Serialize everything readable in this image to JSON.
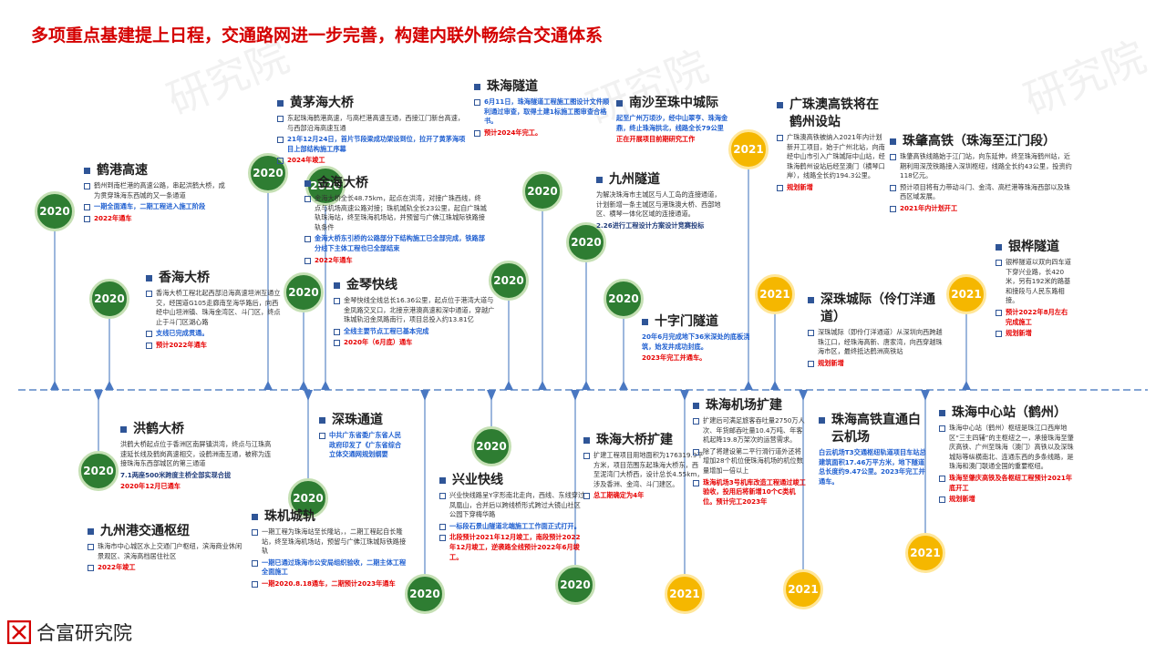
{
  "title": "多项重点基建提上日程，交通路网进一步完善，构建内联外畅综合交通体系",
  "colors": {
    "title": "#d40000",
    "timeline": "#5b87c6",
    "green": "#2e7d32",
    "yellow": "#f5b700",
    "bullet": "#2f5597",
    "blue_text": "#1f5fd0",
    "red_text": "#e60000"
  },
  "watermark": "研究院",
  "logo": {
    "icon": "logo-mark-icon",
    "name": "合富研究院"
  },
  "items": {
    "hegang": {
      "title": "鹤港高速",
      "lines": [
        "鹤州到南栏港的高速公路，串起洪鹤大桥，成为贯穿珠海东西城的又一条通道",
        "一期全面通车，二期工程进入施工阶段",
        "2022年通车"
      ]
    },
    "xianghai": {
      "title": "香海大桥",
      "lines": [
        "香海大桥工程北起西部沿海高速坦洲互通立交，经国道G105走廊南至海华路后，向西经中山坦洲镇、珠海金湾区、斗门区，终点止于斗门区湖心路",
        "支线已完成贯通。",
        "预计2022年通车"
      ]
    },
    "huangmaohai": {
      "title": "黄茅海大桥",
      "lines": [
        "东起珠海鹤港高速，与高栏港高速互通，西接江门新台高速，与西部沿海高速互通",
        "21年12月24日，首片节段梁成功架设到位，拉开了黄茅海项目上部结构施工序幕",
        "2024年竣工"
      ]
    },
    "jinhai": {
      "title": "金海大桥",
      "lines": [
        "金海大桥全长48.75km，起点在洪湾，对接广珠西线，终点与机场高速公路对接；珠机城轨全长23公里，起自广珠城轨珠海站，终至珠海机场站，并预留与广佛江珠城际铁路接轨条件",
        "金海大桥东引桥的公路部分下结构施工已全部完成，铁路部分线下主体工程也已全部结束",
        "2022年通车"
      ]
    },
    "jinqin": {
      "title": "金琴快线",
      "lines": [
        "金琴快线全线总长16.36公里，起点位于港湾大道与金凤路交叉口，北接京港澳高速和深中通道，穿越广珠城轨沿金凤路南行，项目总投入约13.81亿",
        "全线主要节点工程已基本完成",
        "2020年（6月底）通车"
      ]
    },
    "zhuhaisuidao": {
      "title": "珠海隧道",
      "lines": [
        "6月11日，珠海隧道工程施工图设计文件顺利通过审查，取得土建1标施工图审查合格书。",
        "预计2024年完工。"
      ]
    },
    "nansha": {
      "title": "南沙至珠中城际",
      "lines": [
        "起至广州万顷沙，经中山翠亨、珠海金鼎，终止珠海拱北，线路全长79公里",
        "正在开展项目前期研究工作"
      ]
    },
    "jiuzhou": {
      "title": "九州隧道",
      "lines": [
        "为解决珠海市主城区与人工岛的连接通道，计划新增一条主城区与港珠澳大桥、西部地区、横琴一体化区域的连接通道。",
        "2.26进行工程设计方案设计竞赛投标"
      ]
    },
    "shizimen": {
      "title": "十字门隧道",
      "lines": [
        "20年6月完成地下36米深处的底板浇筑，始发井成功封底。",
        "2023年完工并通车。"
      ]
    },
    "guangzhuao": {
      "title": "广珠澳高铁将在鹤州设站",
      "lines": [
        "广珠澳高铁被纳入2021年内计划新开工项目，始于广州北站，向南经中山市引入广珠城际中山站，经珠海鹤州设站后经至澳门（横琴口岸），线路全长约194.3公里。",
        "规划新增"
      ]
    },
    "zhuzhao": {
      "title": "珠肇高铁（珠海至江门段）",
      "lines": [
        "珠肇高铁线路始于江门站，向东延伸，终至珠海鹤州站，近期利用深茂铁路接入深圳枢纽，线路全长约43公里，投资约118亿元。",
        "预计项目将有力带动斗门、金湾、高栏港等珠海西部以及珠西区域发展。",
        "2021年内计划开工"
      ]
    },
    "yinhua": {
      "title": "银桦隧道",
      "lines": [
        "银桦隧道以双向四车道下穿兴业路，长420米，另有192米的路基和接段与人民东路相接。",
        "预计2022年8月左右完成施工",
        "规划新增"
      ]
    },
    "shenzhuchengji": {
      "title": "深珠城际（伶仃洋通道）",
      "lines": [
        "深珠城际（即伶仃洋通道）从深圳向西跨越珠江口，经珠海高新、唐家湾，向西穿越珠海市区，最终抵达鹤洲高铁站",
        "规划新增"
      ]
    },
    "honghe": {
      "title": "洪鹤大桥",
      "lines": [
        "洪鹤大桥起点位于香洲区南屏镇洪湾，终点与江珠高速延长线及鹤岗高速相交，设鹤洲南互通，被称为连接珠海东西部城区的第三通道",
        "7.1两座500米跨度主桥全部实现合拢",
        "2020年12月已通车"
      ]
    },
    "jiuzhougang": {
      "title": "九州港交通枢纽",
      "lines": [
        "珠海市中心城区水上交通门户枢纽，滨海商业休闲景观区、滨海高档居住社区",
        "2022年竣工"
      ]
    },
    "shenzhutongdao": {
      "title": "深珠通道",
      "lines": [
        "中共广东省委广东省人民政府印发了《广东省综合立体交通网规划纲要"
      ]
    },
    "zhujichenggui": {
      "title": "珠机城轨",
      "lines": [
        "一期工程为珠海站至长隆站，，二期工程起自长隆站，终至珠海机场站，预留与广佛江珠城际铁路接轨",
        "一期已通过珠海市公安局组织验收，二期主体工程全面施工",
        "一期2020.8.18通车，二期预计2023年通车"
      ]
    },
    "xingye": {
      "title": "兴业快线",
      "lines": [
        "兴业快线路呈Y字形南北走向，西线、东线穿过凤凰山，合并后以跨线桥形式跨过大镜山社区公园下穿梅华路",
        "一标段石景山隧道北端施工工作面正式打开。",
        "北段预计2021年12月竣工，南段预计2022年12月竣工，逆袭路全线预计2022年6月竣工。"
      ]
    },
    "zhuhaiqiao": {
      "title": "珠海大桥扩建",
      "lines": [
        "扩建工程项目用地面积为176319.9平方米，项目范围东起珠海大桥东，西至泥湾门大桥西，设计总长4.55km，涉及香洲、金湾、斗门建区。",
        "总工期确定为4年"
      ]
    },
    "jichang": {
      "title": "珠海机场扩建",
      "lines": [
        "扩建后可满足旅客吞吐量2750万人次、年货邮吞吐量10.4万吨、年客机起降19.8万架次的运营需求。",
        "除了将建设第二平行滑行道外还将增加28个机位使珠海机场的机位数量增加一倍以上",
        "珠海机场3号机库改造工程通过竣工验收，投用后将新增10个C类机位。预计完工2023年"
      ]
    },
    "gaotie": {
      "title": "珠海高铁直通白云机场",
      "lines": [
        "白云机场T3交通枢纽轨道项目车站总建筑面积17.46万平方米，地下隧道总长度约9.47公里。2023年完工并通车。"
      ]
    },
    "zhongxinzhan": {
      "title": "珠海中心站（鹤州）",
      "lines": [
        "珠海中心站（鹤州）枢纽是珠江口西岸地区“三主四辅”的主枢纽之一，承接珠海至肇庆高铁、广州至珠海（澳门）高铁以及深珠城际等纵横南北、连通东西的多条线路，是珠海和澳门联通全国的重要枢纽。",
        "珠海至肇庆高铁及各枢纽工程预计2021年底开工",
        "规划新增"
      ]
    }
  },
  "years": {
    "y2020": "2020",
    "y2021": "2021"
  }
}
